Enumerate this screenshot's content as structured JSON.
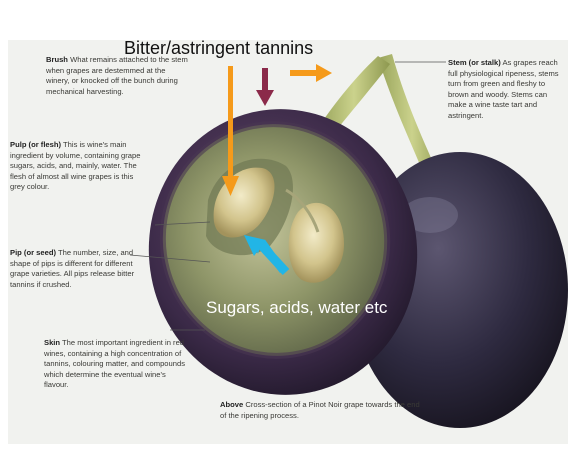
{
  "overlay": {
    "top_label": "Bitter/astringent tannins",
    "bottom_label": "Sugars, acids, water etc"
  },
  "annotations": {
    "brush": {
      "title": "Brush",
      "text": "What remains attached to the stem when grapes are destemmed at the winery, or knocked off the bunch during mechanical harvesting."
    },
    "pulp": {
      "title": "Pulp (or flesh)",
      "text": "This is wine's main ingredient by volume, containing grape sugars, acids, and, mainly, water. The flesh of almost all wine grapes is this grey colour."
    },
    "pip": {
      "title": "Pip (or seed)",
      "text": "The number, size, and shape of pips is different for different grape varieties. All pips release bitter tannins if crushed."
    },
    "skin": {
      "title": "Skin",
      "text": "The most important ingredient in red wines, containing a high concentration of tannins, colouring matter, and compounds which determine the eventual wine's flavour."
    },
    "stem": {
      "title": "Stem (or stalk)",
      "text": "As grapes reach full physiological ripeness, stems turn from green and fleshy to brown and woody. Stems can make a wine taste tart and astringent."
    },
    "above": {
      "title": "Above",
      "text": "Cross-section of a Pinot Noir grape towards the end of the ripening process."
    }
  },
  "colors": {
    "panel": "#f1f2ef",
    "skin_dark": "#2e2540",
    "pulp": "#8e9568",
    "seed": "#d2c48c",
    "stem": "#b7c07a",
    "arrow_orange": "#f59a1a",
    "arrow_maroon": "#8b2a4a",
    "arrow_cyan": "#22b5e6"
  },
  "icons": [
    "down-arrow-orange",
    "down-arrow-maroon",
    "right-arrow-orange",
    "up-left-arrow-cyan"
  ]
}
